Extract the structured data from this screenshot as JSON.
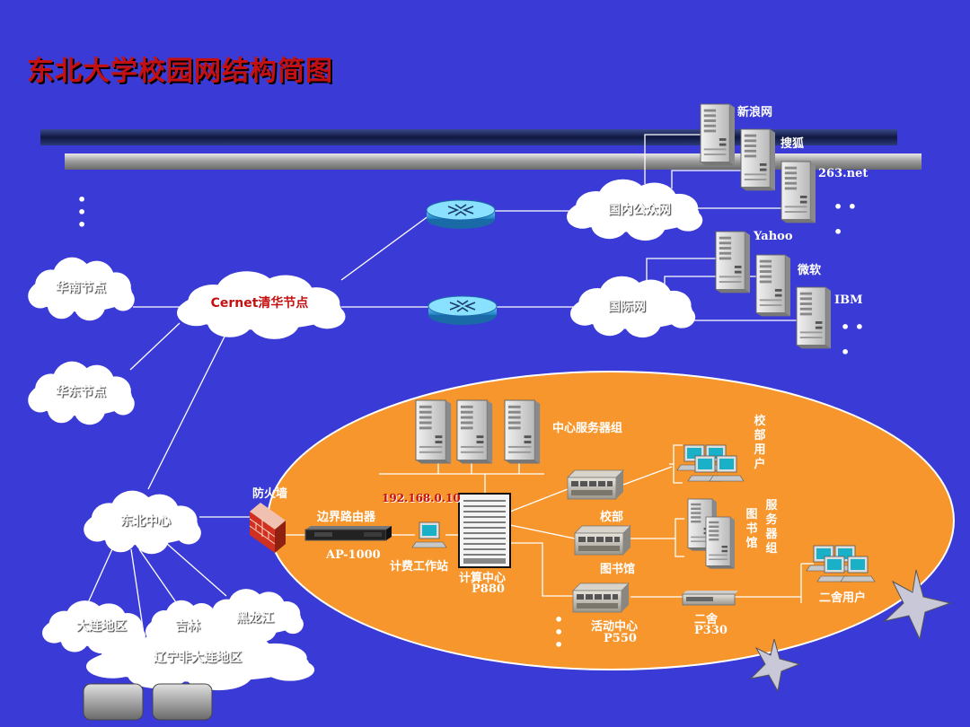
{
  "title": "东北大学校园网结构简图",
  "clouds": {
    "huanan": "华南节点",
    "cernet": "Cernet清华节点",
    "huadong": "华东节点",
    "guonei": "国内公众网",
    "guoji": "国际网",
    "dongbei": "东北中心",
    "dalian": "大连地区",
    "jilin": "吉林",
    "heilongjiang": "黑龙江",
    "liaoning": "辽宁非大连地区"
  },
  "servers": {
    "sina": "新浪网",
    "sohu": "搜狐",
    "net263": "263.net",
    "yahoo": "Yahoo",
    "microsoft": "微软",
    "ibm": "IBM"
  },
  "campus": {
    "server_group": "中心服务器组",
    "firewall": "防火墙",
    "ip": "192.168.0.10",
    "border_router": "边界路由器",
    "ap1000": "AP-1000",
    "billing": "计费工作站",
    "compute_center": "计算中心",
    "p880": "P880",
    "xiaobu": "校部",
    "xiaobu_users": "校部用户",
    "library": "图书馆",
    "library_servers": "图书馆",
    "server_group2": "服务器组",
    "activity": "活动中心",
    "p550": "P550",
    "ershe": "二舍",
    "p330": "P330",
    "ershe_users": "二舍用户"
  }
}
